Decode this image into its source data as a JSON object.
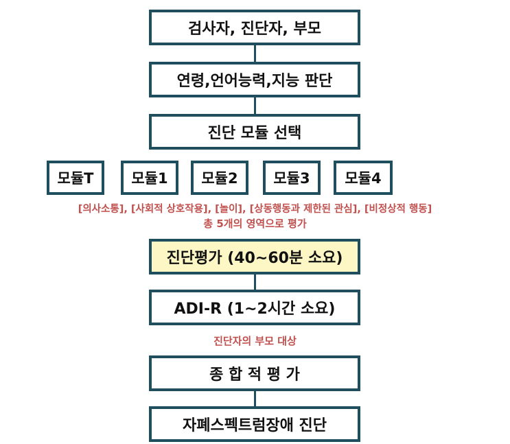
{
  "steps": [
    "검사자, 진단자, 부모",
    "연령,언어능력,지능 판단",
    "진단 모듈 선택"
  ],
  "modules": [
    "모듈T",
    "모듈1",
    "모듈2",
    "모듈3",
    "모듈4"
  ],
  "module_note": {
    "line1": "[의사소통], [사회적 상호작용], [놀이], [상동행동과 제한된 관심], [비정상적 행동]",
    "line2": "총 5개의 영역으로 평가"
  },
  "evaluation": "진단평가 (40~60분 소요)",
  "adir": "ADI-R (1~2시간 소요)",
  "adir_note": "진단자의 부모 대상",
  "overall": "종 합 적 평 가",
  "result": "자폐스펙트럼장애 진단",
  "colors": {
    "box_border": "#1f4e5e",
    "highlight_fill": "#fdf7c6",
    "note_text": "#c0504d"
  }
}
